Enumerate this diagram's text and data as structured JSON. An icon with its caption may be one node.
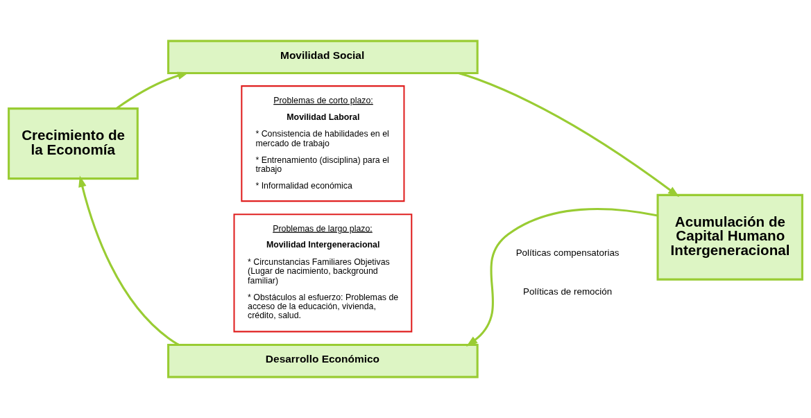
{
  "diagram": {
    "nodes": [
      {
        "text": [
          "Movilidad Social"
        ]
      },
      {
        "text": [
          "Crecimiento de la Economía"
        ]
      },
      {
        "text": [
          "Acumulación de Capital Humano Intergeneracional"
        ]
      },
      {
        "text": [
          "Desarrollo Económico"
        ]
      },
      {
        "text": [
          "Problemas de corto plazo:",
          "Movilidad Laboral",
          "* Consistencia de habilidades en el mercado de trabajo",
          "* Entrenamiento (disciplina) para el trabajo",
          "* Informalidad económica"
        ]
      },
      {
        "text": [
          "Problemas de largo plazo:",
          "Movilidad Intergeneracional",
          "* Circunstancias Familiares Objetivas (Lugar de nacimiento, background familiar)",
          "* Obstáculos al esfuerzo: Problemas de acceso de la educación, vivienda, crédito, salud."
        ]
      }
    ],
    "edges": [
      {
        "from": 1,
        "to": 0,
        "arrow": "to"
      },
      {
        "from": 0,
        "to": 2,
        "arrow": "to"
      },
      {
        "from": 2,
        "to": 3,
        "arrow": "to"
      },
      {
        "from": 3,
        "to": 1,
        "arrow": "to"
      }
    ],
    "labels": [
      "Políticas compensatorias",
      "Políticas de remoción"
    ]
  }
}
